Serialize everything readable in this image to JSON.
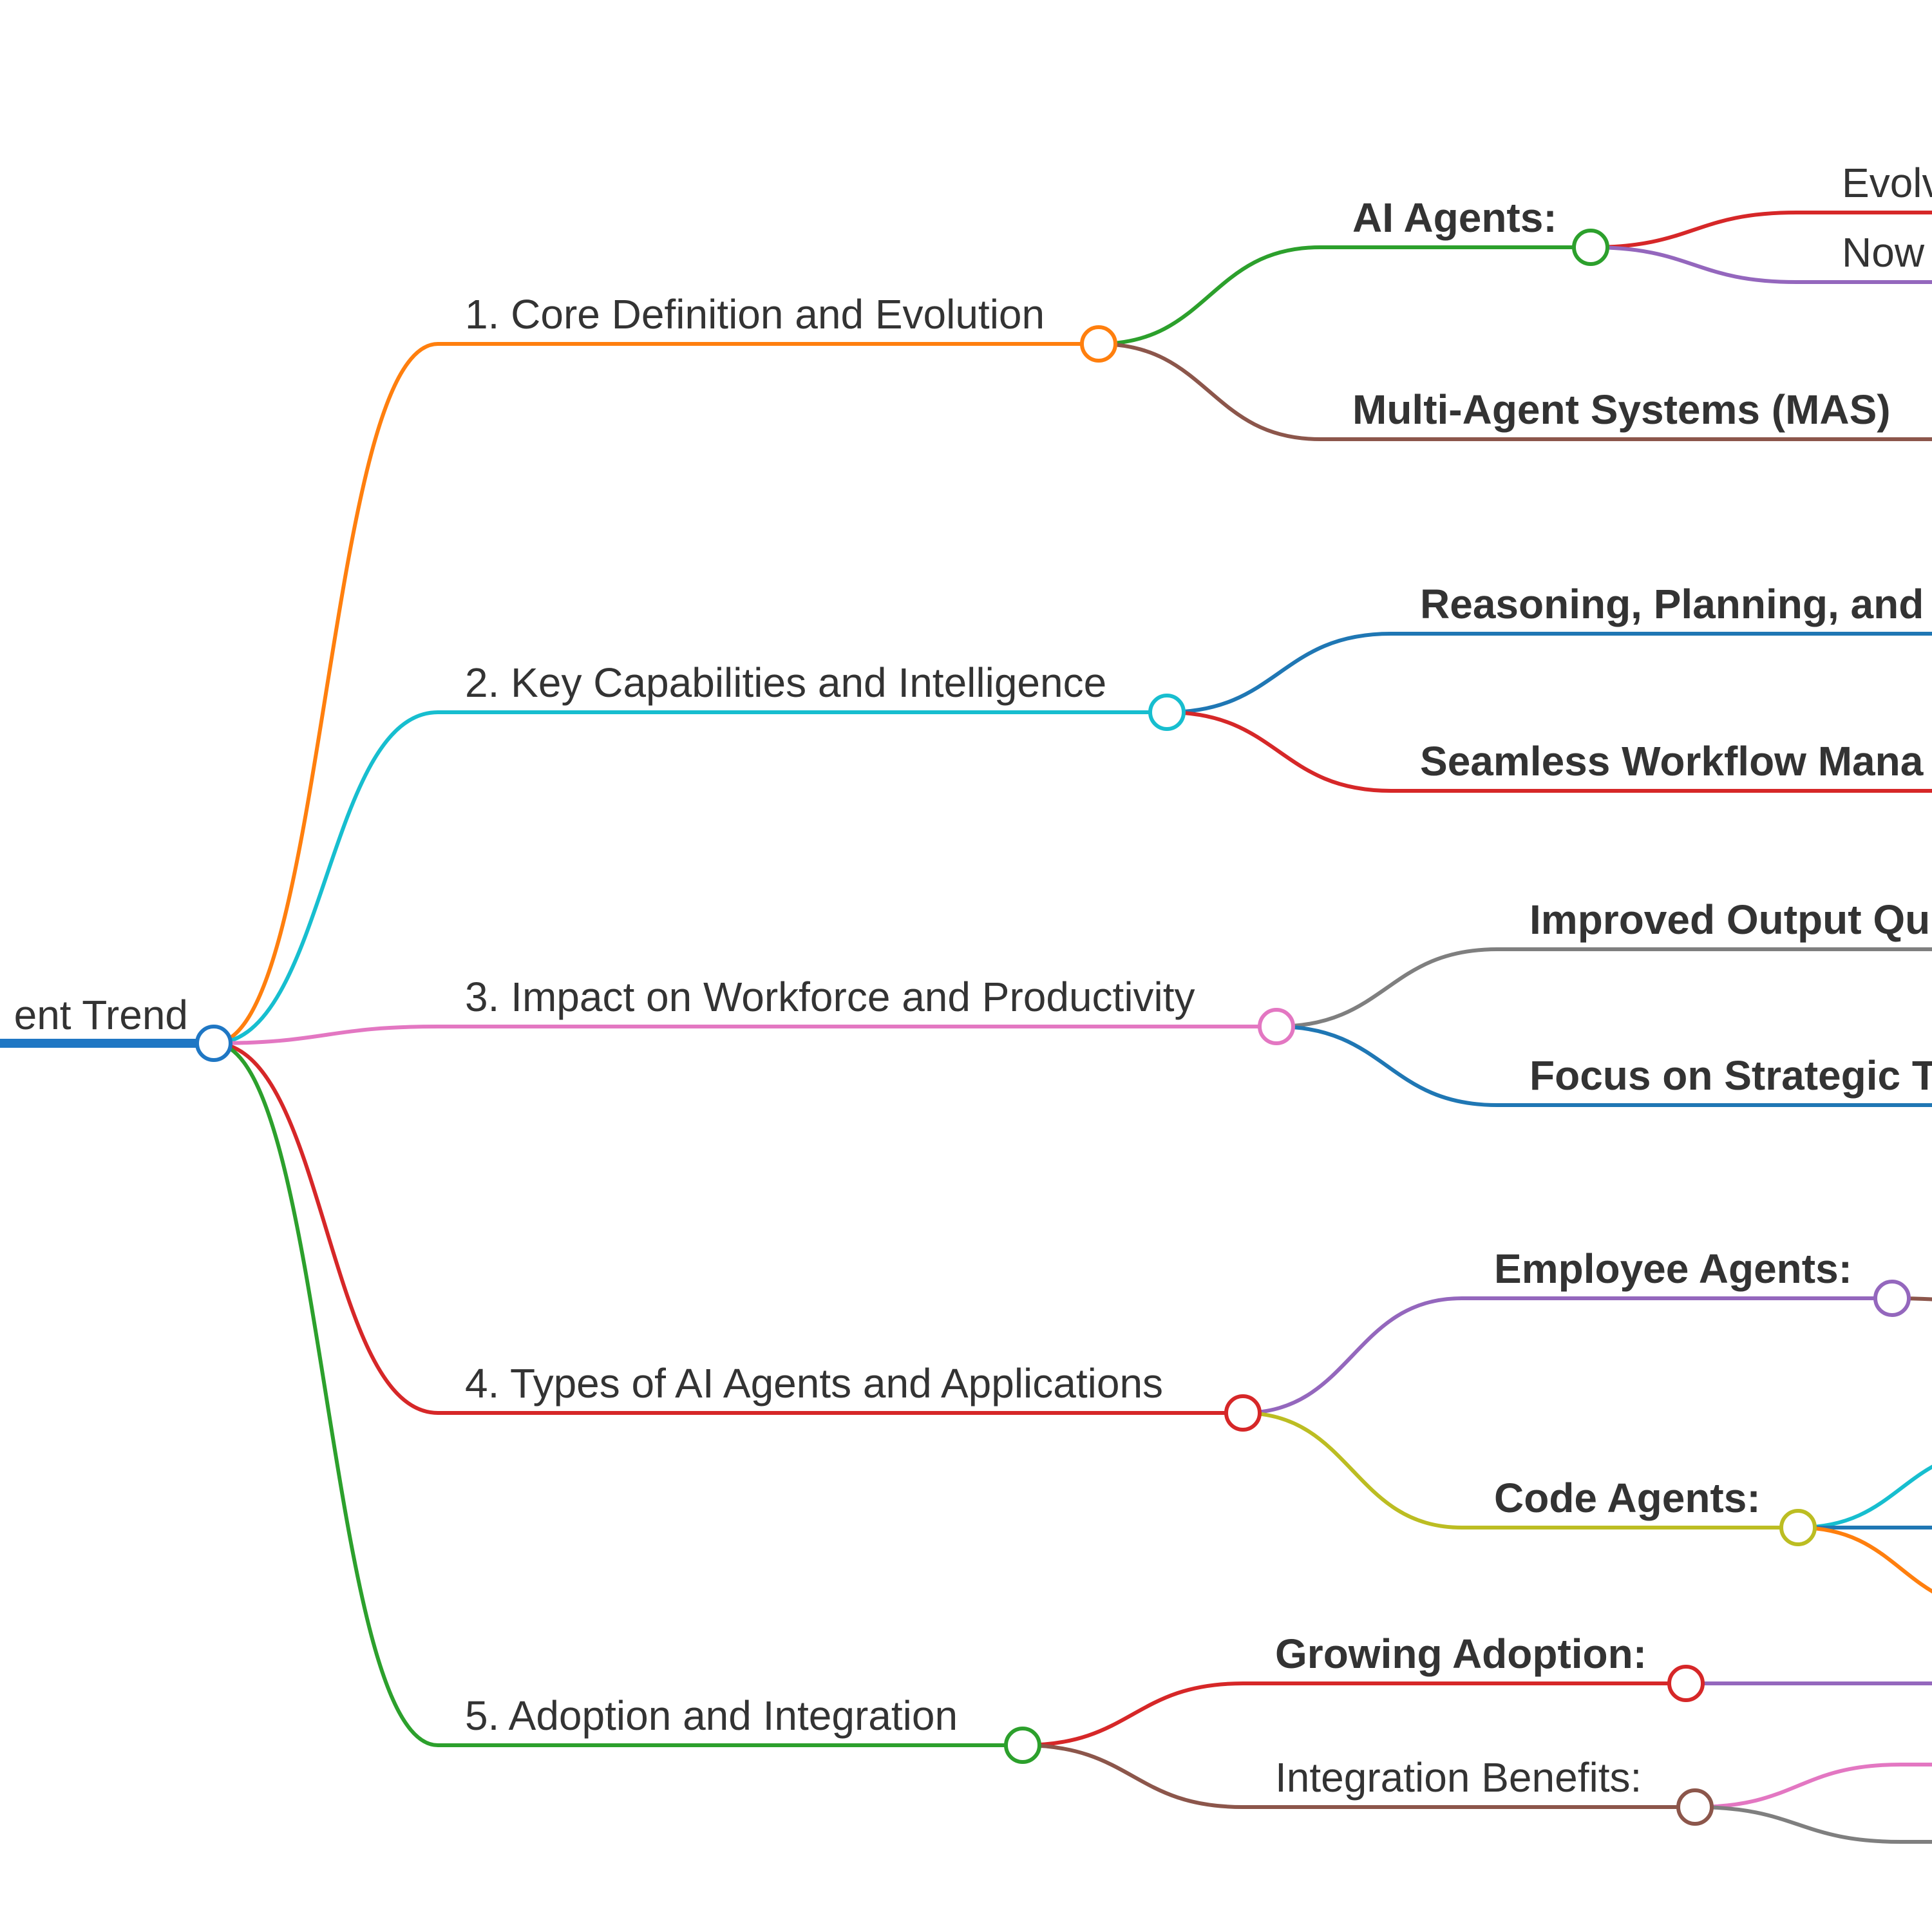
{
  "root": {
    "label": "ent Trend",
    "color": "#1f77c4"
  },
  "branches": [
    {
      "label": "1. Core Definition and Evolution",
      "color": "#ff7f0e",
      "children": [
        {
          "label": "AI Agents:",
          "bold": true,
          "color": "#2ca02c",
          "children": [
            {
              "label": "Evolv",
              "color": "#d62728"
            },
            {
              "label": "Now",
              "color": "#9467bd"
            }
          ]
        },
        {
          "label": "Multi-Agent Systems (MAS)",
          "bold": true,
          "color": "#8c564b",
          "children": []
        }
      ]
    },
    {
      "label": "2. Key Capabilities and Intelligence",
      "color": "#17becf",
      "children": [
        {
          "label": "Reasoning, Planning, and",
          "bold": true,
          "color": "#1f77b4",
          "children": []
        },
        {
          "label": "Seamless Workflow Mana",
          "bold": true,
          "color": "#d62728",
          "children": []
        }
      ]
    },
    {
      "label": "3. Impact on Workforce and Productivity",
      "color": "#e377c2",
      "children": [
        {
          "label": "Improved Output Qu",
          "bold": true,
          "color": "#7f7f7f",
          "children": []
        },
        {
          "label": "Focus on Strategic T",
          "bold": true,
          "color": "#1f77b4",
          "children": []
        }
      ]
    },
    {
      "label": "4. Types of AI Agents and Applications",
      "color": "#d62728",
      "children": [
        {
          "label": "Employee Agents:",
          "bold": true,
          "color": "#9467bd",
          "children": [
            {
              "label": "",
              "color": "#8c564b"
            }
          ]
        },
        {
          "label": "Code Agents:",
          "bold": true,
          "color": "#bcbd22",
          "children": [
            {
              "label": "",
              "color": "#17becf"
            },
            {
              "label": "",
              "color": "#1f77b4"
            },
            {
              "label": "",
              "color": "#ff7f0e"
            }
          ]
        }
      ]
    },
    {
      "label": "5. Adoption and Integration",
      "color": "#2ca02c",
      "children": [
        {
          "label": "Growing Adoption:",
          "bold": true,
          "color": "#d62728",
          "children": [
            {
              "label": "",
              "color": "#9467bd"
            }
          ]
        },
        {
          "label": "Integration Benefits:",
          "bold": false,
          "color": "#8c564b",
          "children": [
            {
              "label": "",
              "color": "#e377c2"
            },
            {
              "label": "",
              "color": "#7f7f7f"
            }
          ]
        }
      ]
    }
  ]
}
